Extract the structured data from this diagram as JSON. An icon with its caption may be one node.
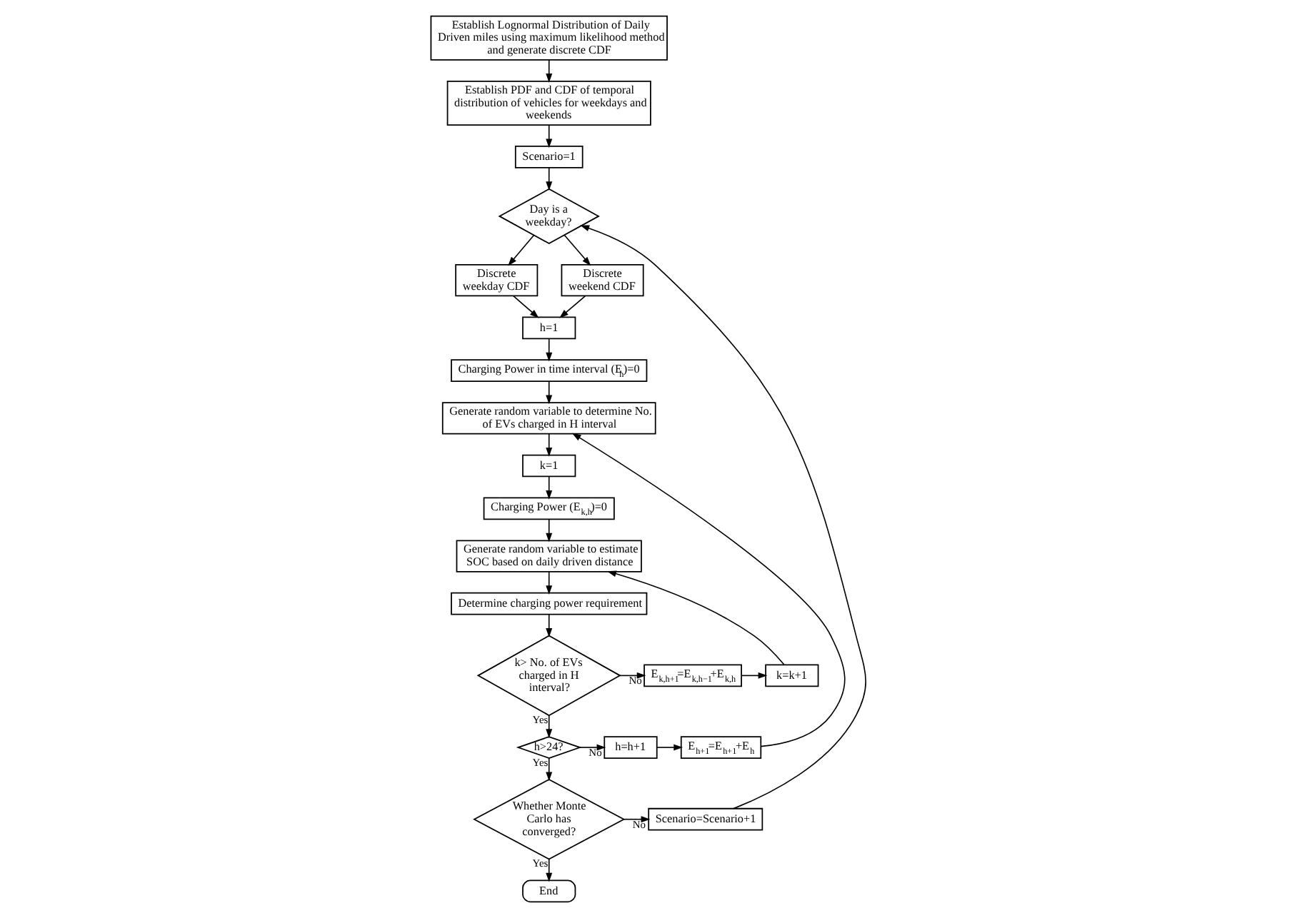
{
  "diagram": {
    "nodes": [
      {
        "text": [
          "Establish Lognormal Distribution of Daily Driven miles using maximum likelihood method and generate discrete CDF"
        ]
      },
      {
        "text": [
          "Establish PDF and CDF of temporal distribution of vehicles for weekdays and weekends"
        ]
      },
      {
        "text": [
          "Scenario=1"
        ]
      },
      {
        "text": [
          "Day is a weekday?"
        ]
      },
      {
        "text": [
          "Discrete weekday CDF"
        ]
      },
      {
        "text": [
          "Discrete weekend CDF"
        ]
      },
      {
        "text": [
          "h=1"
        ]
      },
      {
        "text": [
          "Charging Power in time interval (E$_{h}$)=0"
        ]
      },
      {
        "text": [
          "Generate random variable to determine No. of EVs charged in H interval"
        ]
      },
      {
        "text": [
          "k=1"
        ]
      },
      {
        "text": [
          "Charging Power (E$_{k,h}$)=0"
        ]
      },
      {
        "text": [
          "Generate random variable to estimate SOC based on daily driven distance"
        ]
      },
      {
        "text": [
          "Determine charging power requirement"
        ]
      },
      {
        "text": [
          "k> No. of EVs charged in H interval?"
        ]
      },
      {
        "text": [
          "E$_{k,h+1}$=E$_{k,h−1}$+E$_{k,h}$"
        ]
      },
      {
        "text": [
          "k=k+1"
        ]
      },
      {
        "text": [
          "h>24?"
        ]
      },
      {
        "text": [
          "h=h+1"
        ]
      },
      {
        "text": [
          "E$_{h+1}$=E$_{h+1}$+E$_{h}$"
        ]
      },
      {
        "text": [
          "Whether Monte Carlo has converged?"
        ]
      },
      {
        "text": [
          "Scenario=Scenario+1"
        ]
      },
      {
        "text": [
          "End"
        ]
      }
    ],
    "edges": [
      {
        "from": 0,
        "to": 1,
        "arrow": "to"
      },
      {
        "from": 1,
        "to": 2,
        "arrow": "to"
      },
      {
        "from": 2,
        "to": 3,
        "arrow": "to"
      },
      {
        "from": 3,
        "to": 4,
        "arrow": "to"
      },
      {
        "from": 3,
        "to": 5,
        "arrow": "to"
      },
      {
        "from": 4,
        "to": 6,
        "arrow": "to"
      },
      {
        "from": 5,
        "to": 6,
        "arrow": "to"
      },
      {
        "from": 6,
        "to": 7,
        "arrow": "to"
      },
      {
        "from": 7,
        "to": 8,
        "arrow": "to"
      },
      {
        "from": 8,
        "to": 9,
        "arrow": "to"
      },
      {
        "from": 9,
        "to": 10,
        "arrow": "to"
      },
      {
        "from": 10,
        "to": 11,
        "arrow": "to"
      },
      {
        "from": 11,
        "to": 12,
        "arrow": "to"
      },
      {
        "from": 12,
        "to": 13,
        "arrow": "to"
      },
      {
        "from": 13,
        "to": 14,
        "arrow": "to",
        "label": "No"
      },
      {
        "from": 14,
        "to": 15,
        "arrow": "to"
      },
      {
        "from": 15,
        "to": 11,
        "arrow": "to"
      },
      {
        "from": 13,
        "to": 16,
        "arrow": "to",
        "label": "Yes"
      },
      {
        "from": 16,
        "to": 17,
        "arrow": "to",
        "label": "No"
      },
      {
        "from": 17,
        "to": 18,
        "arrow": "to"
      },
      {
        "from": 18,
        "to": 8,
        "arrow": "to"
      },
      {
        "from": 16,
        "to": 19,
        "arrow": "to",
        "label": "Yes"
      },
      {
        "from": 19,
        "to": 20,
        "arrow": "to",
        "label": "No"
      },
      {
        "from": 20,
        "to": 3,
        "arrow": "to"
      },
      {
        "from": 19,
        "to": 21,
        "arrow": "to",
        "label": "Yes"
      }
    ]
  }
}
